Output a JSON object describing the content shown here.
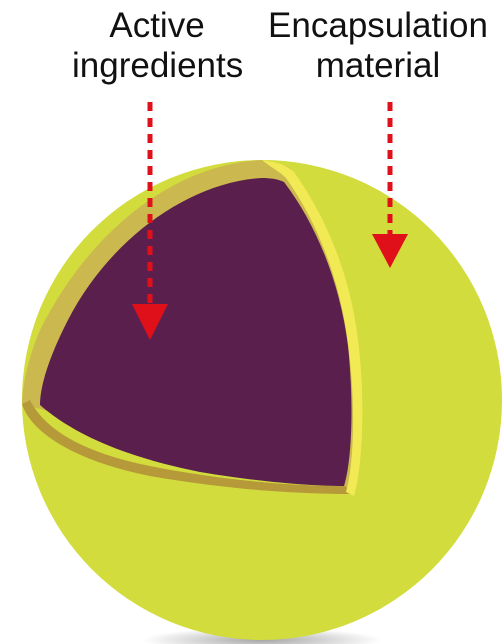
{
  "labels": {
    "active": {
      "line1": "Active",
      "line2": "ingredients"
    },
    "encapsulation": {
      "line1": "Encapsulation",
      "line2": "material"
    }
  },
  "colors": {
    "shell": "#d2dc3c",
    "shell_light_edge": "#f2ea55",
    "shell_inner_edge": "#cbb84e",
    "shell_inner_shadow": "#b69a3a",
    "core": "#5a1f4d",
    "arrow": "#e0101b",
    "text": "#111111"
  }
}
